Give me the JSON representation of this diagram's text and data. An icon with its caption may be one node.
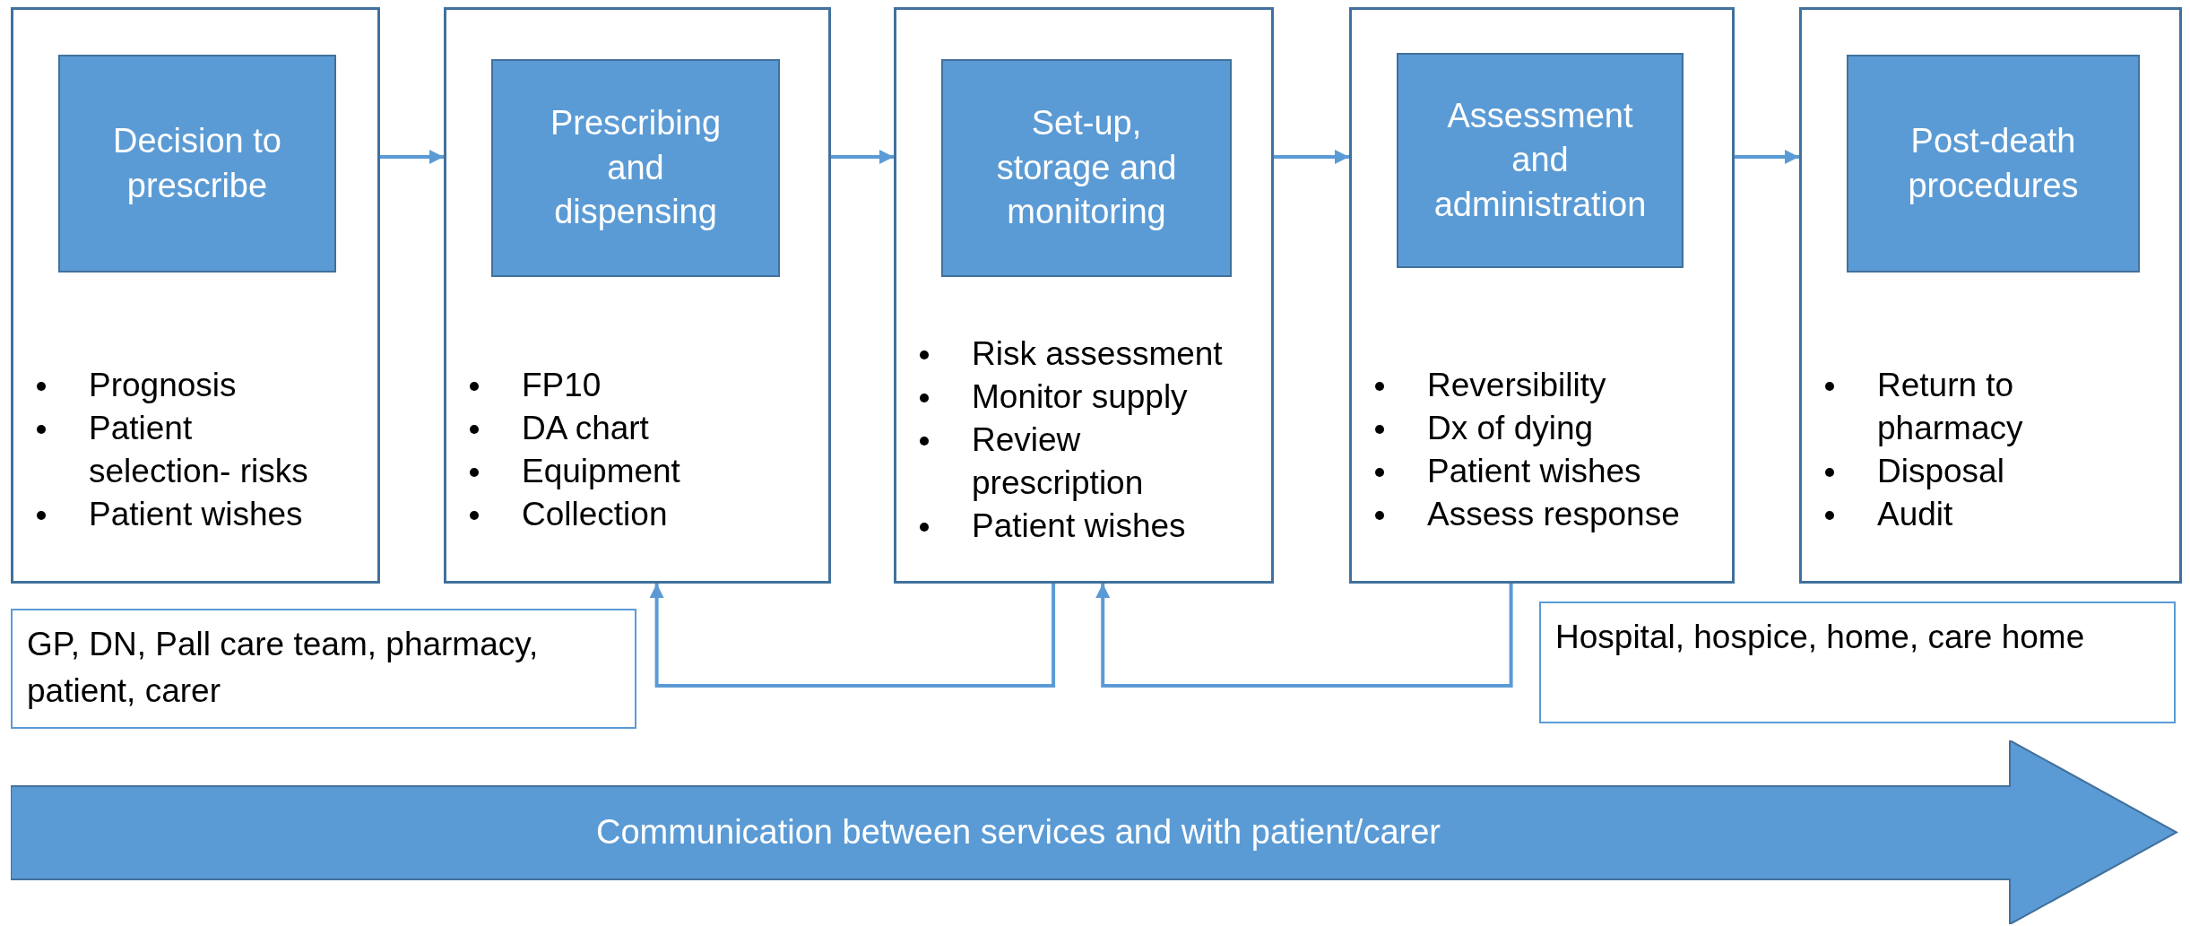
{
  "diagram": {
    "nodes": [
      {
        "text": [
          "Prognosis",
          "Patient selection- risks",
          "Patient wishes"
        ]
      },
      {
        "text": [
          "Decision to prescribe"
        ],
        "in": 0
      },
      {
        "text": [
          "FP10",
          "DA chart",
          "Equipment",
          "Collection"
        ]
      },
      {
        "text": [
          "Prescribing and dispensing"
        ],
        "in": 2
      },
      {
        "text": [
          "Risk assessment",
          "Monitor supply",
          "Review prescription",
          "Patient wishes"
        ]
      },
      {
        "text": [
          "Set-up, storage and monitoring"
        ],
        "in": 4
      },
      {
        "text": [
          "Reversibility",
          "Dx of dying",
          "Patient wishes",
          "Assess response"
        ]
      },
      {
        "text": [
          "Assessment and administration"
        ],
        "in": 6
      },
      {
        "text": [
          "Return to pharmacy",
          "Disposal",
          "Audit"
        ]
      },
      {
        "text": [
          "Post-death procedures"
        ],
        "in": 8
      },
      {
        "text": [
          "GP, DN, Pall care team, pharmacy, patient, carer"
        ]
      },
      {
        "text": [
          "Hospital, hospice, home, care home"
        ]
      },
      {
        "text": [
          "Communication between services and with patient/carer"
        ]
      }
    ],
    "edges": [
      {
        "from": 0,
        "to": 2,
        "arrow": "to"
      },
      {
        "from": 2,
        "to": 4,
        "arrow": "to"
      },
      {
        "from": 4,
        "to": 6,
        "arrow": "to"
      },
      {
        "from": 6,
        "to": 8,
        "arrow": "to"
      },
      {
        "from": 4,
        "to": 2,
        "arrow": "to"
      },
      {
        "from": 6,
        "to": 4,
        "arrow": "to"
      }
    ]
  }
}
